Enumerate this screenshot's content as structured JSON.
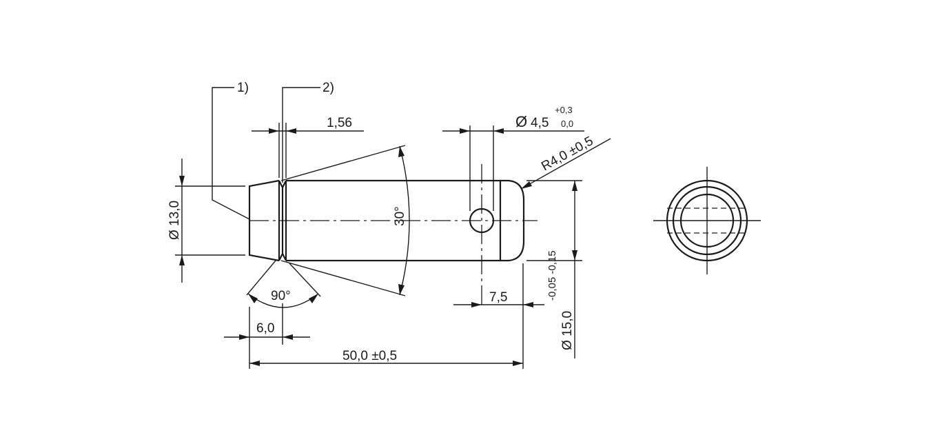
{
  "drawing": {
    "callouts": {
      "c1": "1)",
      "c2": "2)"
    },
    "dims": {
      "groove_width": "1,56",
      "hole_dia_symbol": "Ø",
      "hole_dia": "4,5",
      "hole_tol_upper": "+0,3",
      "hole_tol_lower": "0,0",
      "radius": "R4,0 ±0,5",
      "chamfer_angle": "30°",
      "tip_angle": "90°",
      "tip_dia": "Ø 13,0",
      "tip_len": "6,0",
      "total_len": "50,0 ±0,5",
      "hole_pos": "7,5",
      "body_dia": "Ø 15,0",
      "body_tol": "-0,05 -0,15"
    }
  }
}
